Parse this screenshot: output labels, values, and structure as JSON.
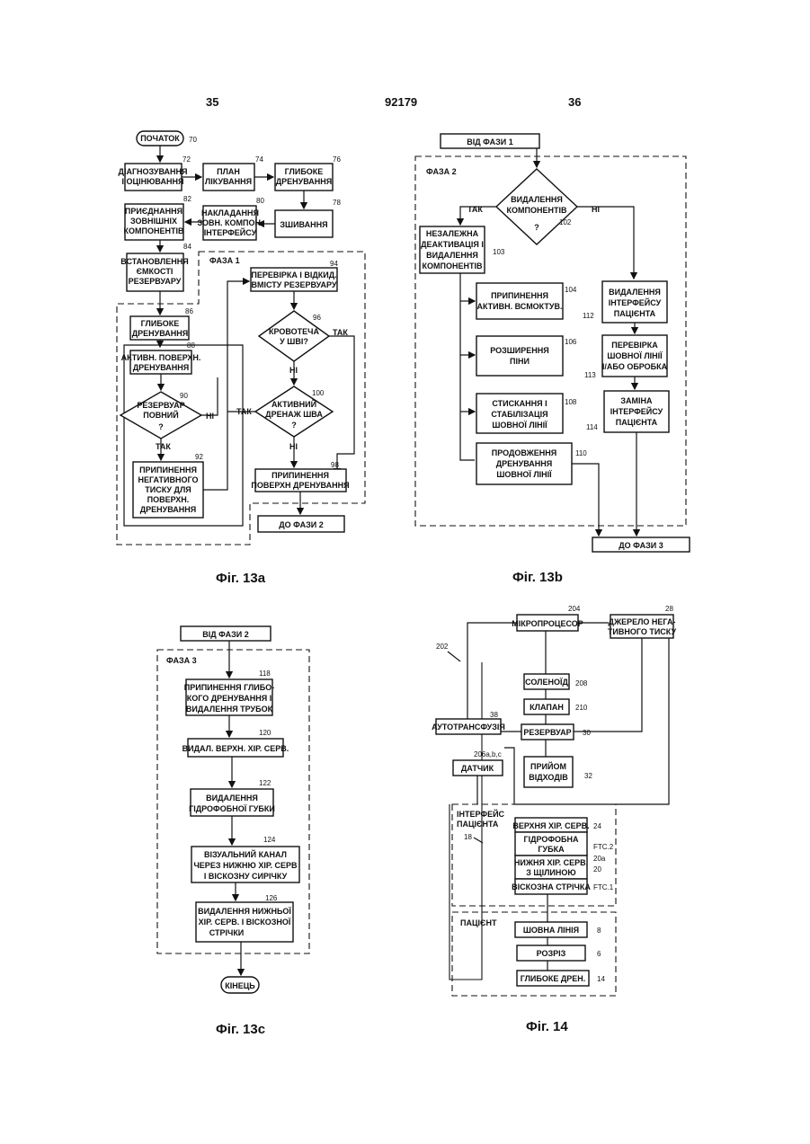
{
  "header": {
    "left_page": "35",
    "center": "92179",
    "right_page": "36"
  },
  "fig13a": {
    "caption": "Фіг. 13а",
    "start": "ПОЧАТОК",
    "n70": "70",
    "b72": [
      "ДІАГНОЗУВАННЯ",
      "І ОЦІНЮВАННЯ"
    ],
    "n72": "72",
    "b74": [
      "ПЛАН",
      "ЛІКУВАННЯ"
    ],
    "n74": "74",
    "b76": [
      "ГЛИБОКЕ",
      "ДРЕНУВАННЯ"
    ],
    "n76": "76",
    "b82": [
      "ПРИЄДНАННЯ",
      "ЗОВНІШНІХ",
      "КОМПОНЕНТІВ"
    ],
    "n82": "82",
    "b80": [
      "НАКЛАДАННЯ",
      "ЗОВН. КОМПОН.",
      "ІНТЕРФЕЙСУ"
    ],
    "n80": "80",
    "b78": [
      "ЗШИВАННЯ"
    ],
    "n78": "78",
    "b84": [
      "ВСТАНОВЛЕННЯ",
      "ЄМКОСТІ",
      "РЕЗЕРВУАРУ"
    ],
    "n84": "84",
    "phase": "ФАЗА 1",
    "b94": [
      "ПЕРЕВІРКА І ВІДКИД.",
      "ВМІСТУ РЕЗЕРВУАРУ"
    ],
    "n94": "94",
    "b86": [
      "ГЛИБОКЕ",
      "ДРЕНУВАННЯ"
    ],
    "n86": "86",
    "d96": [
      "КРОВОТЕЧА",
      "У ШВІ?"
    ],
    "n96": "96",
    "yes96": "ТАК",
    "no96": "НІ",
    "b88": [
      "АКТИВН. ПОВЕРХН.",
      "ДРЕНУВАННЯ"
    ],
    "n88": "88",
    "d90": [
      "РЕЗЕРВУАР",
      "ПОВНИЙ",
      "?"
    ],
    "n90": "90",
    "no90": "НІ",
    "yes90": "ТАК",
    "d100": [
      "АКТИВНИЙ",
      "ДРЕНАЖ ШВА",
      "?"
    ],
    "n100": "100",
    "yes100": "ТАК",
    "no100": "НІ",
    "b92": [
      "ПРИПИНЕННЯ",
      "НЕГАТИВНОГО",
      "ТИСКУ ДЛЯ",
      "ПОВЕРХН.",
      "ДРЕНУВАННЯ"
    ],
    "n92": "92",
    "b98": [
      "ПРИПИНЕННЯ",
      "ПОВЕРХН ДРЕНУВАННЯ"
    ],
    "n98": "98",
    "end": "ДО ФАЗИ 2"
  },
  "fig13b": {
    "caption": "Фіг. 13b",
    "start": "ВІД ФАЗИ 1",
    "phase": "ФАЗА 2",
    "d102": [
      "ВИДАЛЕННЯ",
      "КОМПОНЕНТІВ",
      "?"
    ],
    "n102": "102",
    "yes": "ТАК",
    "no": "НІ",
    "b103": [
      "НЕЗАЛЕЖНА",
      "ДЕАКТИВАЦІЯ І",
      "ВИДАЛЕННЯ",
      "КОМПОНЕНТІВ"
    ],
    "n103": "103",
    "b104": [
      "ПРИПИНЕННЯ",
      "АКТИВН. ВСМОКТУВ."
    ],
    "n104": "104",
    "b106": [
      "РОЗШИРЕННЯ",
      "ПІНИ"
    ],
    "n106": "106",
    "b108": [
      "СТИСКАННЯ І",
      "СТАБІЛІЗАЦІЯ",
      "ШОВНОЇ ЛІНІЇ"
    ],
    "n108": "108",
    "b110": [
      "ПРОДОВЖЕННЯ",
      "ДРЕНУВАННЯ",
      "ШОВНОЇ ЛІНІЇ"
    ],
    "n110": "110",
    "b112": [
      "ВИДАЛЕННЯ",
      "ІНТЕРФЕЙСУ",
      "ПАЦІЄНТА"
    ],
    "n112": "112",
    "b113": [
      "ПЕРЕВІРКА",
      "ШОВНОЇ ЛІНІЇ",
      "І/АБО ОБРОБКА"
    ],
    "n113": "113",
    "b114": [
      "ЗАМІНА",
      "ІНТЕРФЕЙСУ",
      "ПАЦІЄНТА"
    ],
    "n114": "114",
    "end": "ДО ФАЗИ 3"
  },
  "fig13c": {
    "caption": "Фіг. 13с",
    "start": "ВІД ФАЗИ 2",
    "phase": "ФАЗА 3",
    "b118": [
      "ПРИПИНЕННЯ ГЛИБО-",
      "КОГО ДРЕНУВАННЯ І",
      "ВИДАЛЕННЯ ТРУБОК"
    ],
    "n118": "118",
    "b120": [
      "ВИДАЛ. ВЕРХН. ХІР. СЕРВ."
    ],
    "n120": "120",
    "b122": [
      "ВИДАЛЕННЯ",
      "ГІДРОФОБНОЇ ГУБКИ"
    ],
    "n122": "122",
    "b124": [
      "ВІЗУАЛЬНИЙ КАНАЛ",
      "ЧЕРЕЗ НИЖНЮ ХІР. СЕРВ",
      "І ВІСКОЗНУ СИРІЧКУ"
    ],
    "n124": "124",
    "b126": [
      "ВИДАЛЕННЯ НИЖНЬОЇ",
      "ХІР. СЕРВ. І ВІСКОЗНОЇ",
      "СТРІЧКИ"
    ],
    "n126": "126",
    "end": "КІНЕЦЬ"
  },
  "fig14": {
    "caption": "Фіг. 14",
    "n202": "202",
    "micro": "МІКРОПРОЦЕСОР",
    "n204": "204",
    "neg": [
      "ДЖЕРЕЛО НЕГА-",
      "ТИВНОГО ТИСКУ"
    ],
    "n28": "28",
    "solenoid": "СОЛЕНОЇД",
    "n208": "208",
    "valve": "КЛАПАН",
    "n210": "210",
    "autotrans": "АУТОТРАНСФУЗІЯ",
    "n38": "38",
    "reservoir": "РЕЗЕРВУАР",
    "n30": "30",
    "sensor": "ДАТЧИК",
    "n206": "206a,b,c",
    "waste": [
      "ПРИЙОМ",
      "ВІДХОДІВ"
    ],
    "n32": "32",
    "interface_label": [
      "ІНТЕРФЕЙС",
      "ПАЦІЄНТА"
    ],
    "n18": "18",
    "layers": [
      {
        "label": [
          "ВЕРХНЯ ХІР. СЕРВ."
        ],
        "num": "24"
      },
      {
        "label": [
          "ГІДРОФОБНА",
          "ГУБКА"
        ],
        "num": "FTC.2"
      },
      {
        "label": [
          "НИЖНЯ ХІР. СЕРВ.",
          "З ЩІЛИНОЮ"
        ],
        "num": "20"
      },
      {
        "label": [
          "ВІСКОЗНА СТРІЧКА"
        ],
        "num": "FTC.1"
      }
    ],
    "n20a": "20a",
    "patient_label": "ПАЦІЄНТ",
    "patient_layers": [
      {
        "label": "ШОВНА ЛІНІЯ",
        "num": "8"
      },
      {
        "label": "РОЗРІЗ",
        "num": "6"
      },
      {
        "label": "ГЛИБОКЕ ДРЕН.",
        "num": "14"
      }
    ]
  }
}
